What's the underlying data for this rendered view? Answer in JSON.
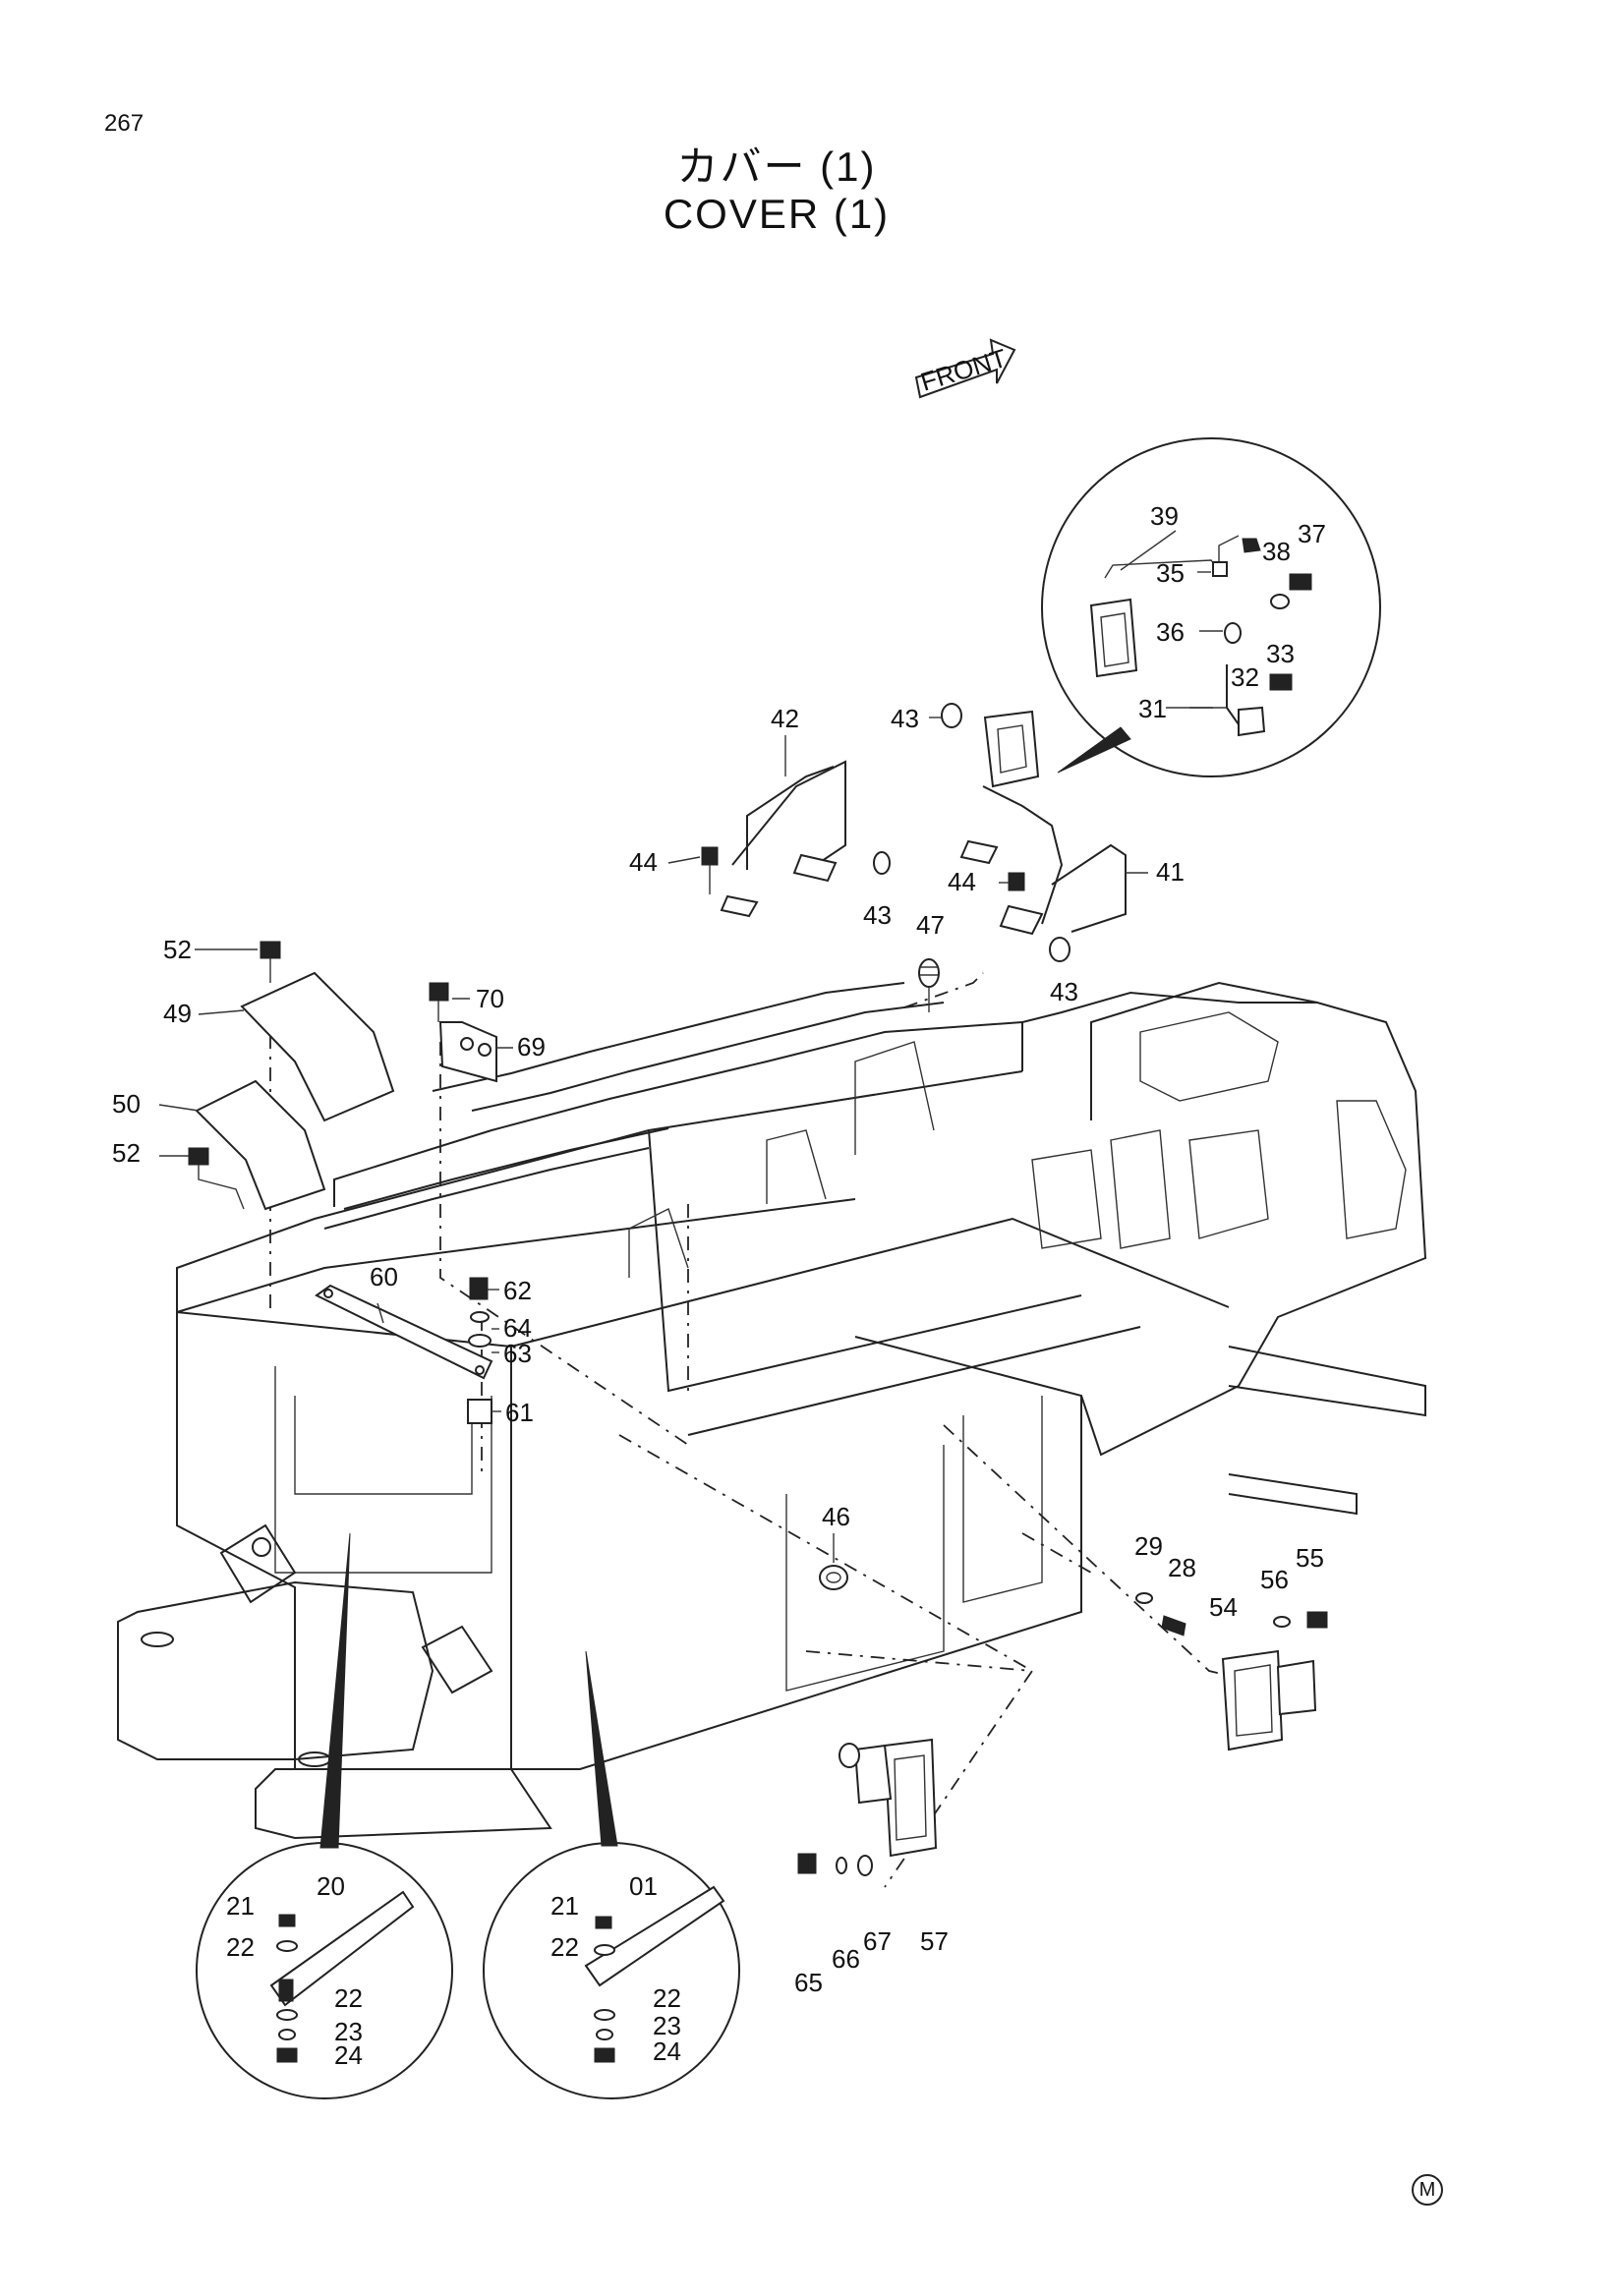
{
  "page": {
    "number": "267"
  },
  "title": {
    "japanese": "カバー (1)",
    "english": "COVER (1)"
  },
  "front_arrow": {
    "label": "FRONT"
  },
  "corner_mark": "M",
  "callouts": {
    "c52a": "52",
    "c49": "49",
    "c50": "50",
    "c52b": "52",
    "c70": "70",
    "c69": "69",
    "c44a": "44",
    "c42": "42",
    "c43a": "43",
    "c43b": "43",
    "c44b": "44",
    "c41": "41",
    "c43c": "43",
    "c47": "47",
    "c39": "39",
    "c35": "35",
    "c36": "36",
    "c37": "37",
    "c38": "38",
    "c33": "33",
    "c32": "32",
    "c31": "31",
    "c60": "60",
    "c62": "62",
    "c64": "64",
    "c63": "63",
    "c61": "61",
    "c46": "46",
    "c29": "29",
    "c28": "28",
    "c54": "54",
    "c56": "56",
    "c55": "55",
    "c65": "65",
    "c66": "66",
    "c67": "67",
    "c57": "57",
    "l21": "21",
    "l20": "20",
    "l22a": "22",
    "l22b": "22",
    "l23": "23",
    "l24": "24",
    "r21": "21",
    "r01": "01",
    "r22a": "22",
    "r22b": "22",
    "r23": "23",
    "r24": "24"
  }
}
